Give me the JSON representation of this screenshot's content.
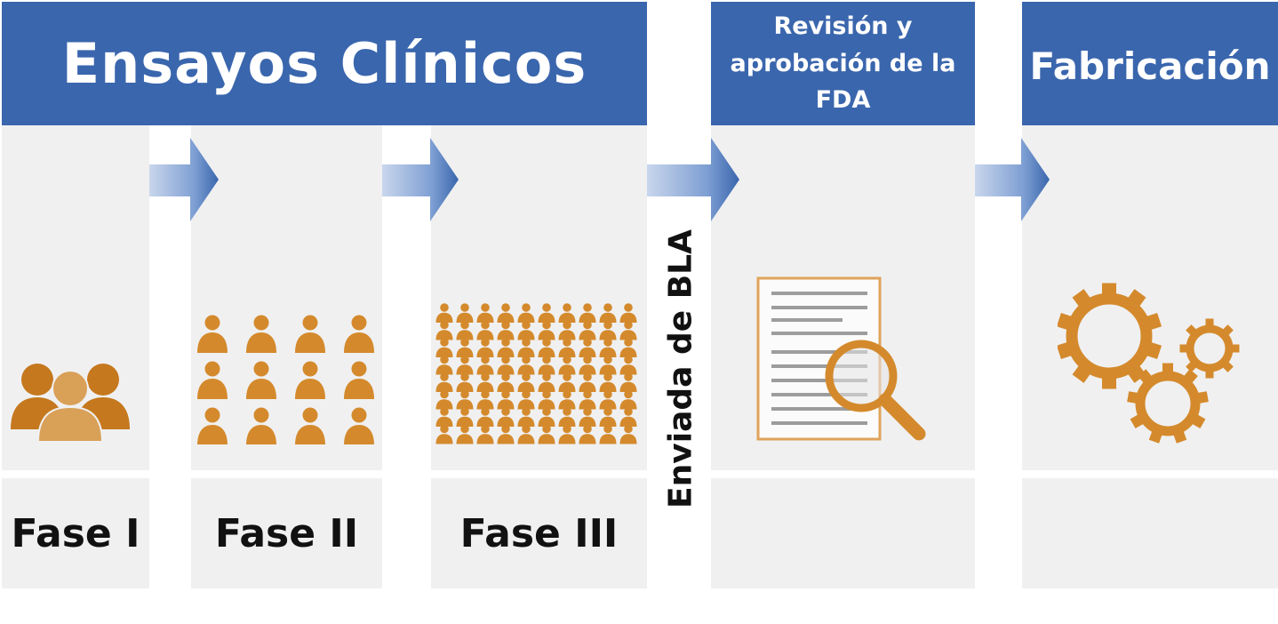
{
  "headers": {
    "clinical_trials": "Ensayos Clínicos",
    "fda_review": "Revisión y aprobación de la FDA",
    "manufacturing": "Fabricación"
  },
  "phases": [
    "Fase I",
    "Fase II",
    "Fase III"
  ],
  "bla_label": "Enviada de BLA",
  "colors": {
    "header_blue": "#3a66ad",
    "panel_gray": "#f0f0f1",
    "icon_orange": "#d48a2c",
    "arrow_blue": "#3a66ad"
  },
  "icons": {
    "phase1": "group-people-icon",
    "phase2": "people-grid-icon",
    "phase3": "crowd-grid-icon",
    "review": "document-magnifier-icon",
    "manufacturing": "gears-icon"
  }
}
